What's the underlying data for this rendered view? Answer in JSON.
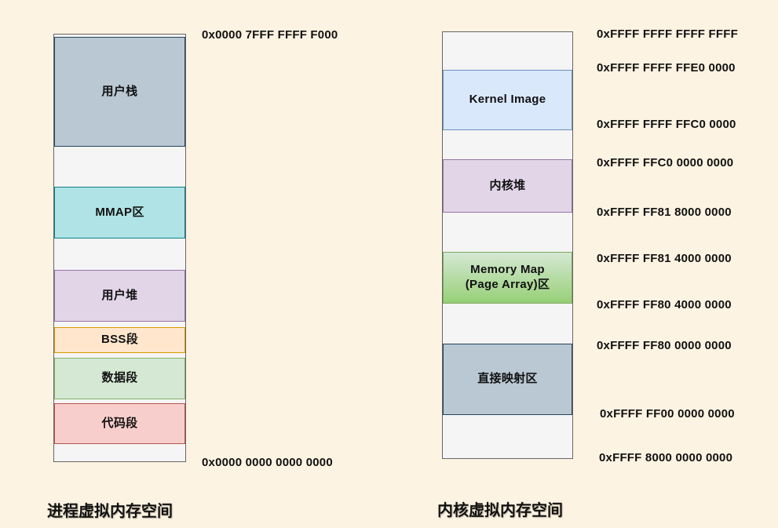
{
  "palette": {
    "bg": "#fdf3e2",
    "text": "#111111",
    "container-fill": "#f5f5f5",
    "container-stroke": "#666666",
    "user-stack-fill": "#bac8d3",
    "user-stack-stroke": "#23445d",
    "mmap-fill": "#b0e3e6",
    "mmap-stroke": "#0e8088",
    "user-heap-fill": "#e1d5e7",
    "user-heap-stroke": "#9673a6",
    "bss-fill": "#ffe6cc",
    "bss-stroke": "#d79b00",
    "data-fill": "#d5e8d4",
    "data-stroke": "#82b366",
    "code-fill": "#f8cecc",
    "code-stroke": "#b85450",
    "kernel-image-fill": "#dae8fc",
    "kernel-image-stroke": "#6c8ebf",
    "kernel-heap-fill": "#e1d5e7",
    "kernel-heap-stroke": "#9673a6",
    "memmap-fill-top": "#d5e8d4",
    "memmap-fill-bottom": "#97d077",
    "memmap-stroke": "#7da65f",
    "direct-fill": "#bac8d3",
    "direct-stroke": "#23445d"
  },
  "process": {
    "caption": "进程虚拟内存空间",
    "top_address": "0x0000 7FFF FFFF F000",
    "bottom_address": "0x0000 0000 0000 0000",
    "segments": {
      "user_stack": "用户栈",
      "mmap": "MMAP区",
      "user_heap": "用户堆",
      "bss": "BSS段",
      "data": "数据段",
      "code": "代码段"
    }
  },
  "kernel": {
    "caption": "内核虚拟内存空间",
    "segments": {
      "kernel_image": "Kernel Image",
      "kernel_heap": "内核堆",
      "memory_map_line1": "Memory Map",
      "memory_map_line2": "(Page Array)区",
      "direct_mapping": "直接映射区"
    },
    "addresses": [
      "0xFFFF FFFF FFFF FFFF",
      "0xFFFF FFFF FFE0 0000",
      "0xFFFF FFFF FFC0 0000",
      "0xFFFF FFC0 0000 0000",
      "0xFFFF FF81 8000 0000",
      "0xFFFF FF81 4000 0000",
      "0xFFFF FF80 4000 0000",
      "0xFFFF FF80 0000 0000",
      "0xFFFF FF00 0000 0000",
      "0xFFFF 8000 0000 0000"
    ]
  }
}
